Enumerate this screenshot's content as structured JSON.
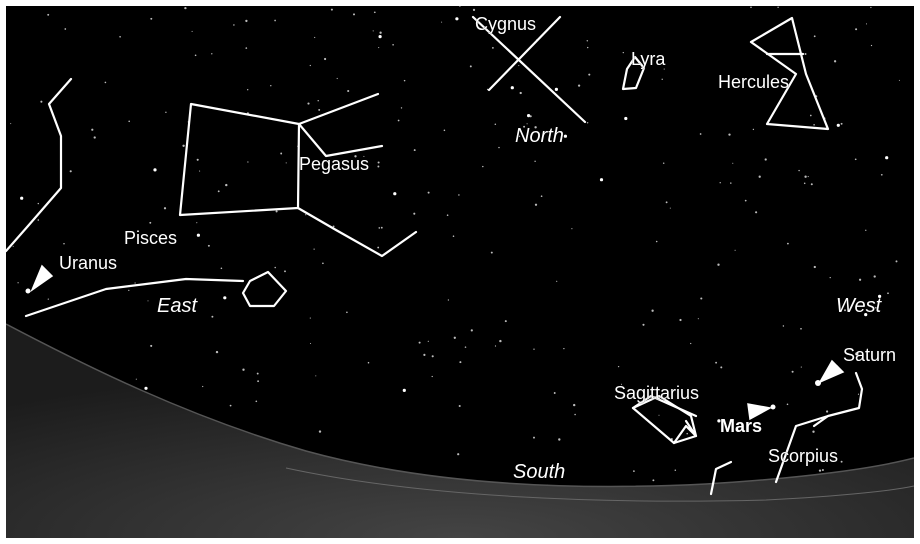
{
  "colors": {
    "sky": "#000000",
    "lines": "#ffffff",
    "ground": "#3a3a3a",
    "text": "#ffffff"
  },
  "constellations": {
    "cygnus": "Cygnus",
    "lyra": "Lyra",
    "hercules": "Hercules",
    "pegasus": "Pegasus",
    "pisces": "Pisces",
    "sagittarius": "Sagittarius",
    "scorpius": "Scorpius"
  },
  "planets": {
    "uranus": "Uranus",
    "saturn": "Saturn",
    "mars": "Mars"
  },
  "directions": {
    "north": "North",
    "east": "East",
    "west": "West",
    "south": "South"
  },
  "icons": [
    "arrow-pointer-icon"
  ]
}
